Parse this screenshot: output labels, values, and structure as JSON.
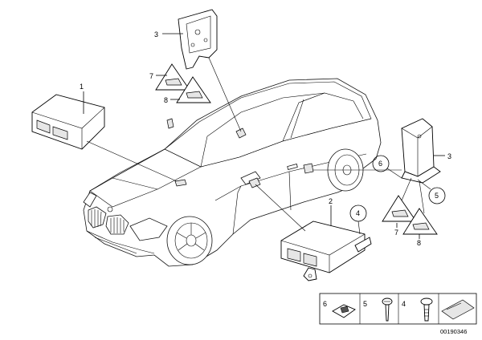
{
  "callouts": {
    "n1": "1",
    "n2": "2",
    "n3a": "3",
    "n3b": "3",
    "n4": "4",
    "n5": "5",
    "n6": "6",
    "n7a": "7",
    "n7b": "7",
    "n8a": "8",
    "n8b": "8"
  },
  "legend": {
    "c6": "6",
    "c5": "5",
    "c4": "4"
  },
  "diagram_code": "00190346"
}
